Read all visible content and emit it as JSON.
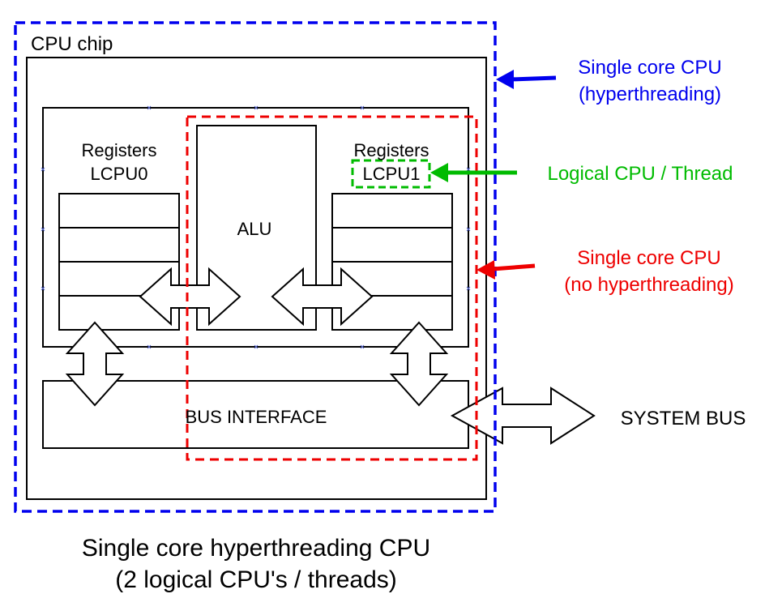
{
  "colors": {
    "outline": "#000000",
    "hyperthreading_core": "#0000ee",
    "logical_cpu": "#00bb00",
    "plain_core": "#ee0000",
    "background": "#ffffff"
  },
  "chip": {
    "label": "CPU chip"
  },
  "registers_left": {
    "title": "Registers",
    "name": "LCPU0"
  },
  "registers_right": {
    "title": "Registers",
    "name": "LCPU1"
  },
  "alu": {
    "label": "ALU"
  },
  "bus_interface": {
    "label": "BUS INTERFACE"
  },
  "system_bus": {
    "label": "SYSTEM BUS"
  },
  "annotations": {
    "hyperthreading_core": {
      "line1": "Single core CPU",
      "line2": "(hyperthreading)"
    },
    "logical_cpu": {
      "line1": "Logical CPU / Thread"
    },
    "plain_core": {
      "line1": "Single core CPU",
      "line2": "(no hyperthreading)"
    }
  },
  "caption": {
    "line1": "Single core hyperthreading CPU",
    "line2": "(2 logical CPU's / threads)"
  }
}
